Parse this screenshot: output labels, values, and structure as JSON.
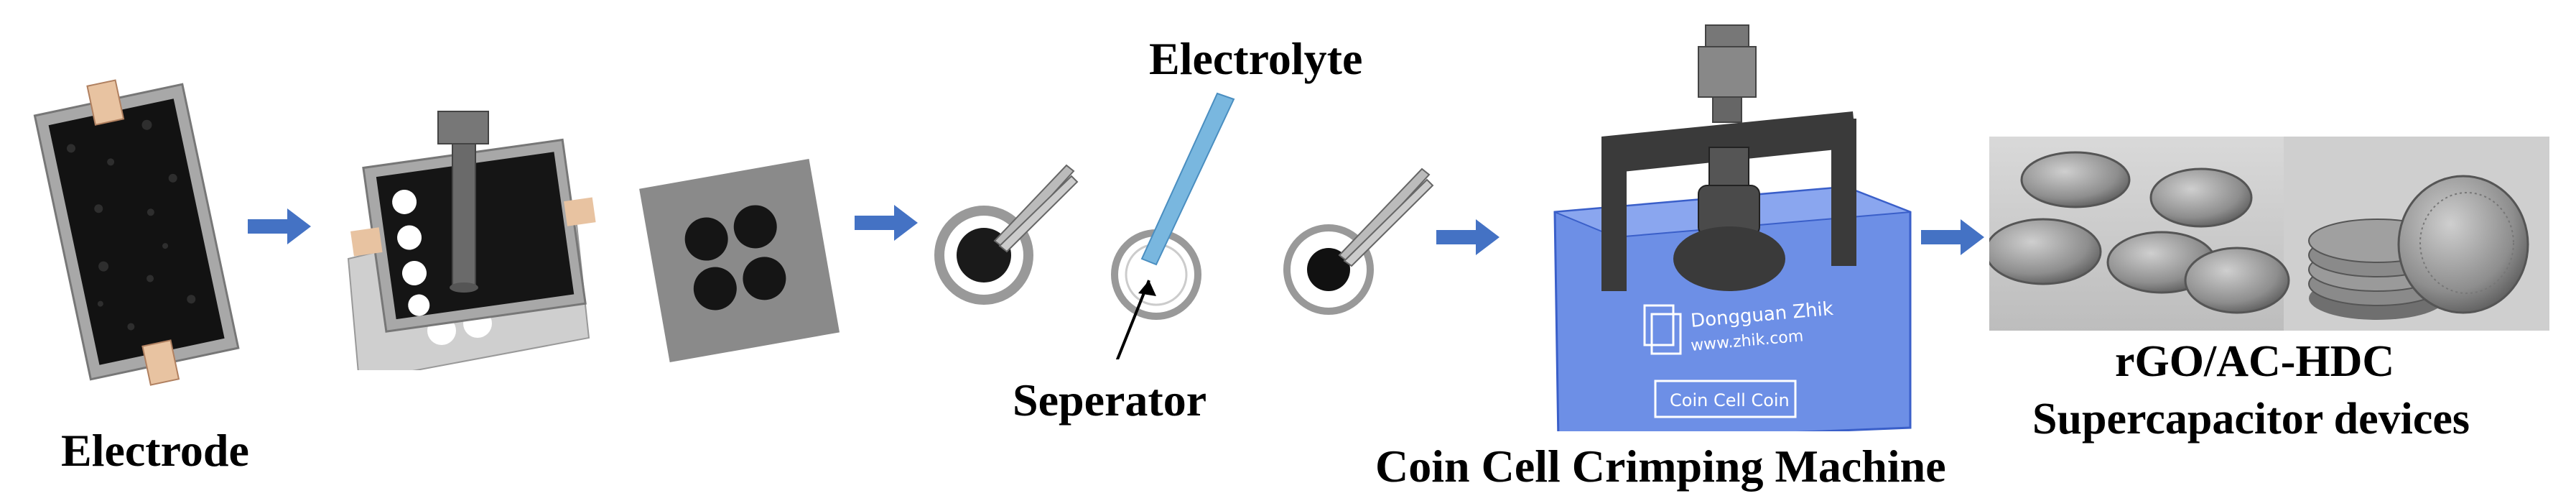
{
  "labels": {
    "electrode": "Electrode",
    "electrolyte": "Electrolyte",
    "separator": "Seperator",
    "crimping_machine": "Coin Cell Crimping Machine",
    "device_name": "rGO/AC-HDC",
    "device_desc": "Supercapacitor devices"
  },
  "machine_text": {
    "brand_line1": "Dongguan Zhik",
    "brand_line2": "www.zhik.com",
    "plate_label": "Coin Cell Coin"
  },
  "colors": {
    "arrow": "#4472c4",
    "electrode_black": "#151515",
    "frame_grey": "#9c9c9c",
    "tape": "#e8c3a1",
    "electrolyte_blue": "#79b7df",
    "machine_blue": "#4f78dc",
    "metal": "#8d8d8d"
  },
  "icons": [
    "electrode-sheet-icon",
    "punch-tool-icon",
    "punched-disc-sheet-icon",
    "tweezers-icon",
    "pipette-icon",
    "coin-cell-case-icon",
    "crimping-machine-icon",
    "coin-cell-icon"
  ]
}
